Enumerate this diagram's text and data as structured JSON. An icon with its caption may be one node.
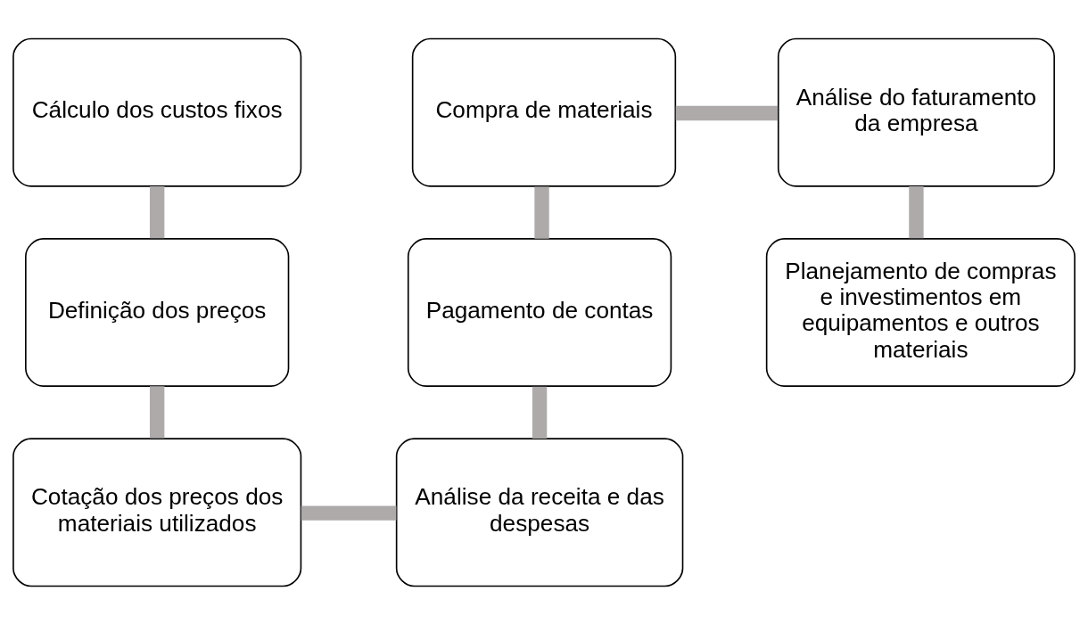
{
  "diagram": {
    "nodes": [
      {
        "text": [
          "Cálculo dos custos fixos"
        ]
      },
      {
        "text": [
          "Definição dos preços"
        ]
      },
      {
        "text": [
          "Cotação dos preços dos materiais utilizados"
        ]
      },
      {
        "text": [
          "Análise da receita e das despesas"
        ]
      },
      {
        "text": [
          "Pagamento de contas"
        ]
      },
      {
        "text": [
          "Compra de materiais"
        ]
      },
      {
        "text": [
          "Análise do faturamento da empresa"
        ]
      },
      {
        "text": [
          "Planejamento de compras e investimentos em equipamentos e outros materiais"
        ]
      }
    ],
    "edges": [
      {
        "from": 0,
        "to": 1,
        "arrow": "none"
      },
      {
        "from": 1,
        "to": 2,
        "arrow": "none"
      },
      {
        "from": 2,
        "to": 3,
        "arrow": "none"
      },
      {
        "from": 3,
        "to": 4,
        "arrow": "none"
      },
      {
        "from": 4,
        "to": 5,
        "arrow": "none"
      },
      {
        "from": 5,
        "to": 6,
        "arrow": "none"
      },
      {
        "from": 6,
        "to": 7,
        "arrow": "none"
      }
    ]
  }
}
